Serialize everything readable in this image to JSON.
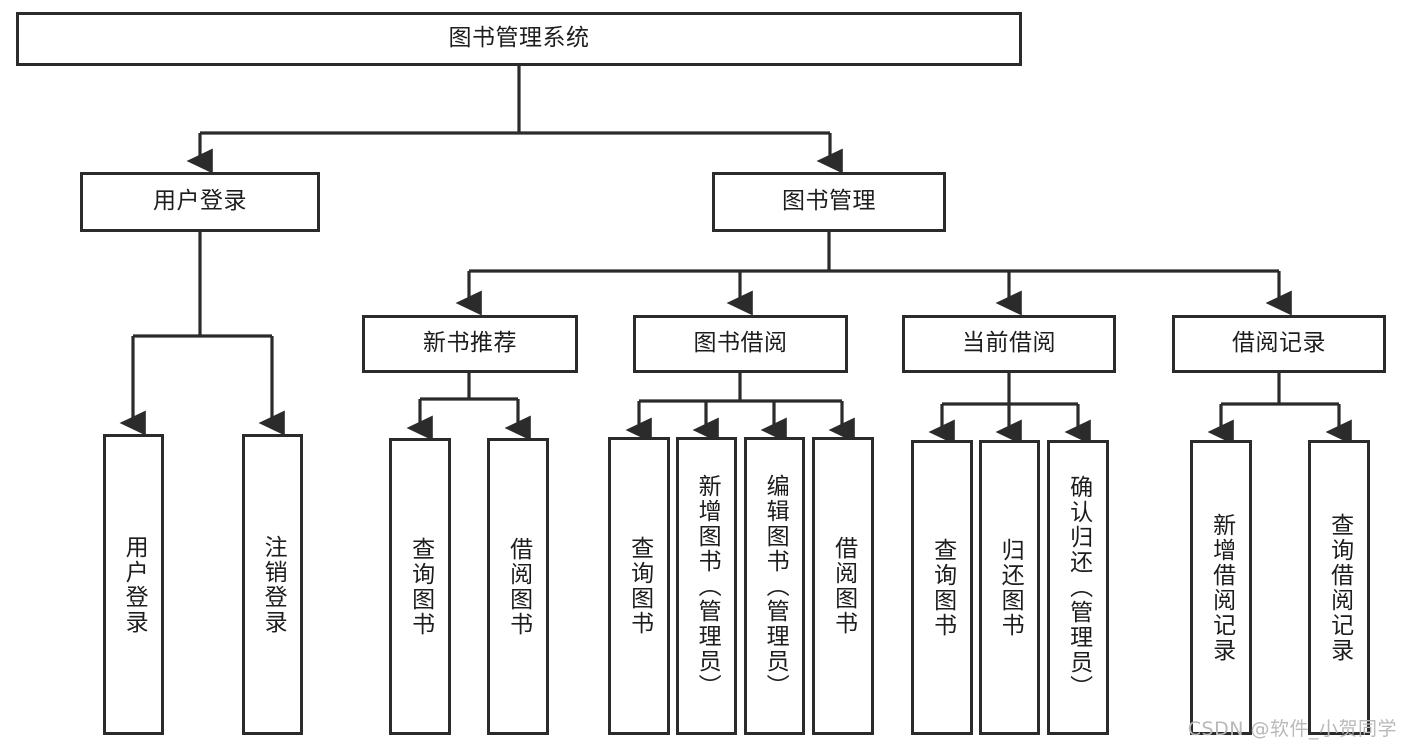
{
  "diagram": {
    "title": "图书管理系统",
    "type": "tree-hierarchy",
    "root": {
      "id": "root",
      "label": "图书管理系统",
      "orientation": "horizontal"
    },
    "level1": [
      {
        "id": "user-login",
        "label": "用户登录",
        "orientation": "horizontal"
      },
      {
        "id": "book-management",
        "label": "图书管理",
        "orientation": "horizontal"
      }
    ],
    "level2": [
      {
        "id": "new-book-recommend",
        "label": "新书推荐",
        "orientation": "horizontal",
        "parent": "book-management"
      },
      {
        "id": "book-borrow",
        "label": "图书借阅",
        "orientation": "horizontal",
        "parent": "book-management"
      },
      {
        "id": "current-borrow",
        "label": "当前借阅",
        "orientation": "horizontal",
        "parent": "book-management"
      },
      {
        "id": "borrow-record",
        "label": "借阅记录",
        "orientation": "horizontal",
        "parent": "book-management"
      }
    ],
    "leaves": [
      {
        "id": "leaf-user-login",
        "label": "用户登录",
        "orientation": "vertical",
        "parent": "user-login"
      },
      {
        "id": "leaf-user-logout",
        "label": "注销登录",
        "orientation": "vertical",
        "parent": "user-login"
      },
      {
        "id": "leaf-query-book-1",
        "label": "查询图书",
        "orientation": "vertical",
        "parent": "new-book-recommend"
      },
      {
        "id": "leaf-borrow-book-1",
        "label": "借阅图书",
        "orientation": "vertical",
        "parent": "new-book-recommend"
      },
      {
        "id": "leaf-query-book-2",
        "label": "查询图书",
        "orientation": "vertical",
        "parent": "book-borrow"
      },
      {
        "id": "leaf-add-book",
        "label": "新增图书（管理员）",
        "orientation": "vertical",
        "parent": "book-borrow"
      },
      {
        "id": "leaf-edit-book",
        "label": "编辑图书（管理员）",
        "orientation": "vertical",
        "parent": "book-borrow"
      },
      {
        "id": "leaf-borrow-book-2",
        "label": "借阅图书",
        "orientation": "vertical",
        "parent": "book-borrow"
      },
      {
        "id": "leaf-query-book-3",
        "label": "查询图书",
        "orientation": "vertical",
        "parent": "current-borrow"
      },
      {
        "id": "leaf-return-book",
        "label": "归还图书",
        "orientation": "vertical",
        "parent": "current-borrow"
      },
      {
        "id": "leaf-confirm-return",
        "label": "确认归还（管理员）",
        "orientation": "vertical",
        "parent": "current-borrow"
      },
      {
        "id": "leaf-add-record",
        "label": "新增借阅记录",
        "orientation": "vertical",
        "parent": "borrow-record"
      },
      {
        "id": "leaf-query-record",
        "label": "查询借阅记录",
        "orientation": "vertical",
        "parent": "borrow-record"
      }
    ],
    "colors": {
      "border": "#2b2b2b",
      "text": "#1d1d1d",
      "background": "#ffffff",
      "watermark": "#b9b9b9"
    }
  },
  "watermark": {
    "text": "CSDN @软件_小贺同学"
  }
}
